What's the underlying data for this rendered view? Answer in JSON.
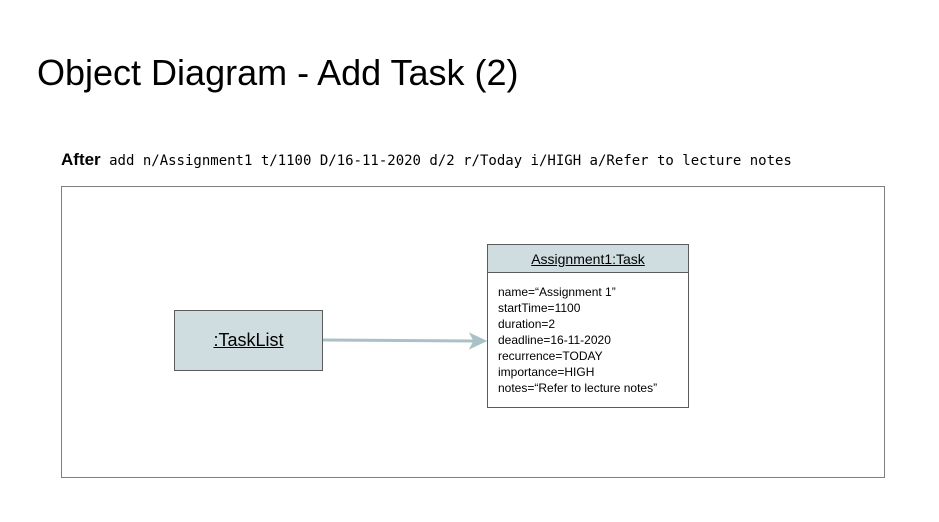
{
  "title": "Object Diagram - Add Task (2)",
  "caption": {
    "label": "After",
    "command": "add n/Assignment1 t/1100 D/16-11-2020 d/2 r/Today i/HIGH a/Refer to lecture notes"
  },
  "diagram": {
    "tasklist": {
      "label": ":TaskList"
    },
    "task": {
      "title": "Assignment1:Task",
      "attributes": [
        "name=“Assignment 1”",
        "startTime=1100",
        "duration=2",
        "deadline=16-11-2020",
        "recurrence=TODAY",
        "importance=HIGH",
        "notes=“Refer to lecture notes”"
      ]
    },
    "colors": {
      "box_fill": "#cfdde1",
      "arrow": "#a9c1c7",
      "border": "#5b5b5b",
      "frame": "#7f7f7f"
    }
  }
}
